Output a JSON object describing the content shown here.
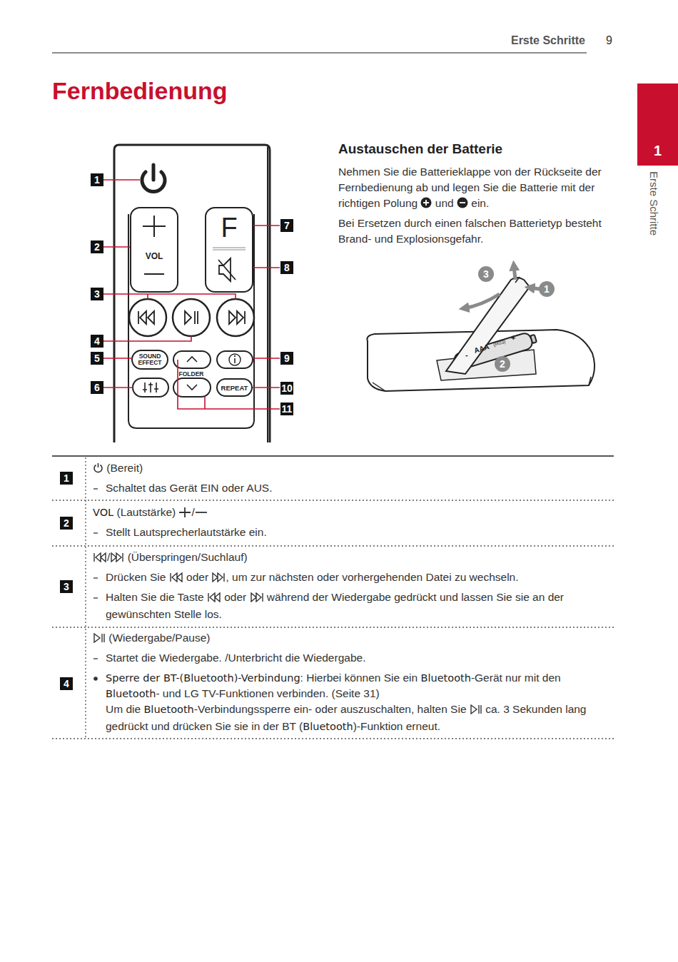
{
  "diagram": {
    "title": "Fernbedienung",
    "nodes": [
      {
        "text": [
          "VOL"
        ]
      },
      {
        "text": [
          "F"
        ]
      },
      {
        "text": [
          "SOUND EFFECT"
        ]
      },
      {
        "text": [
          "REPEAT"
        ]
      }
    ],
    "labels": [
      "Erste Schritte",
      "9",
      "1",
      "Erste Schritte",
      "1",
      "2",
      "3",
      "4",
      "5",
      "6",
      "7",
      "8",
      "9",
      "10",
      "11",
      "FOLDER",
      "Austauschen der Batterie",
      "Nehmen Sie die Batterieklappe von der Rückseite der Fernbedienung ab und legen Sie die Batterie mit der richtigen Polung",
      "und",
      "ein.",
      "Bei Ersetzen durch einen falschen Batterietyp besteht Brand- und Explosionsgefahr.",
      "3",
      "1",
      "2",
      "AAA",
      "(R03)",
      "+",
      "-",
      "1",
      "(Bereit)",
      "Schaltet das Gerät EIN oder AUS.",
      "2",
      "VOL",
      "(Lautstärke)",
      "/",
      "Stellt Lautsprecherlautstärke ein.",
      "3",
      "/",
      "(Überspringen/Suchlauf)",
      "Drücken Sie",
      "oder",
      ", um zur nächsten oder vorhergehenden Datei zu wechseln.",
      "Halten Sie die Taste",
      "oder",
      "während der Wiedergabe gedrückt und lassen Sie sie an der gewünschten Stelle los.",
      "4",
      "(Wiedergabe/Pause)",
      "Startet die Wiedergabe. /Unterbricht die Wiedergabe.",
      "Sperre der BT-(Bluetooth)-Verbindung",
      ": Hierbei können Sie ein",
      "Bluetooth",
      "-Gerät nur mit den",
      "Bluetooth",
      "- und LG TV-Funktionen verbinden. (Seite 31)",
      "Um die",
      "Bluetooth",
      "-Verbindungssperre ein- oder auszuschalten, halten Sie",
      "ca. 3 Sekunden lang gedrückt und drücken Sie sie in der BT (",
      "Bluetooth",
      ")-Funktion erneut."
    ]
  }
}
